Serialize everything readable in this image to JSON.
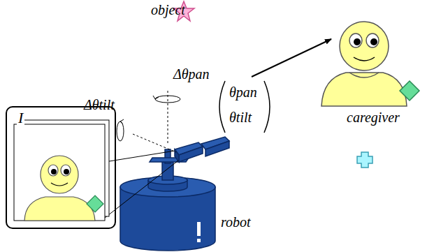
{
  "diagram": {
    "nodes": [
      {
        "text": [
          "I"
        ]
      }
    ],
    "labels": [
      "object",
      "caregiver",
      "robot",
      "Δθpan",
      "Δθtilt",
      "θpan",
      "θtilt"
    ]
  }
}
